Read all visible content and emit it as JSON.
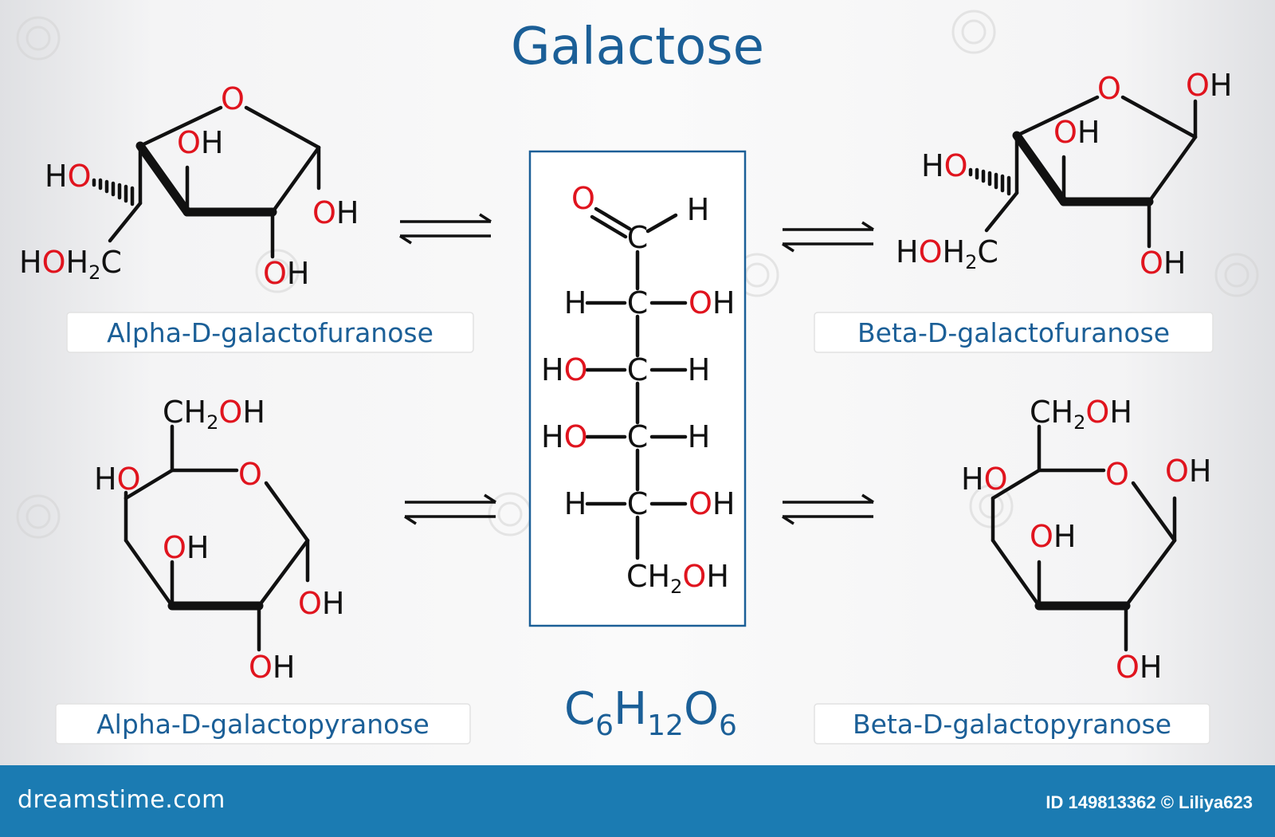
{
  "title": "Galactose",
  "formula": {
    "c": "C",
    "c_n": "6",
    "h": "H",
    "h_n": "12",
    "o": "O",
    "o_n": "6"
  },
  "labels": {
    "alpha_furanose": "Alpha-D-galactofuranose",
    "beta_furanose": "Beta-D-galactofuranose",
    "alpha_pyranose": "Alpha-D-galactopyranose",
    "beta_pyranose": "Beta-D-galactopyranose"
  },
  "atoms": {
    "O": "O",
    "H": "H",
    "C": "C",
    "OH_O": "O",
    "OH_H": "H",
    "sub2": "2"
  },
  "footer": {
    "brand": "dreamstime.com",
    "credit": "ID 149813362 © Liliya623"
  },
  "colors": {
    "title_blue": "#1b5f97",
    "oxygen_red": "#e0141e",
    "bond_black": "#111111",
    "footer_blue": "#1b7bb2"
  }
}
